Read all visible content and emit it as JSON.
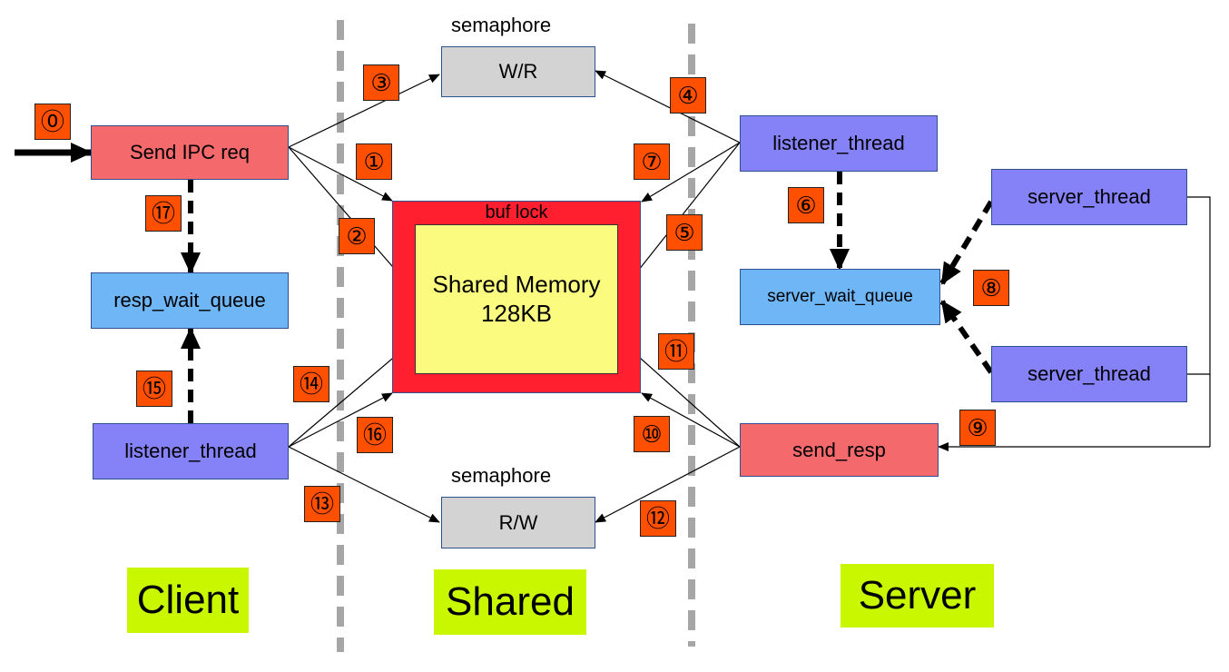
{
  "markers": {
    "m0": "⓪",
    "m1": "①",
    "m2": "②",
    "m3": "③",
    "m4": "④",
    "m5": "⑤",
    "m6": "⑥",
    "m7": "⑦",
    "m8": "⑧",
    "m9": "⑨",
    "m10": "⑩",
    "m11": "⑪",
    "m12": "⑫",
    "m13": "⑬",
    "m14": "⑭",
    "m15": "⑮",
    "m16": "⑯",
    "m17": "⑰"
  },
  "client": {
    "send_ipc_req": "Send IPC req",
    "resp_wait_queue": "resp_wait_queue",
    "listener_thread": "listener_thread",
    "section_label": "Client"
  },
  "shared": {
    "semaphore_top_label": "semaphore",
    "semaphore_top": "W/R",
    "semaphore_bottom_label": "semaphore",
    "semaphore_bottom": "R/W",
    "buf_lock": "buf lock",
    "memory_title": "Shared Memory",
    "memory_size": "128KB",
    "section_label": "Shared"
  },
  "server": {
    "listener_thread": "listener_thread",
    "server_wait_queue": "server_wait_queue",
    "server_thread_1": "server_thread",
    "server_thread_2": "server_thread",
    "send_resp": "send_resp",
    "section_label": "Server"
  },
  "colors": {
    "request_box": "#f4696b",
    "thread_box": "#8581f7",
    "queue_box": "#6fb6f7",
    "semaphore_box": "#d3d3d3",
    "lock_frame": "#ff1f2f",
    "memory_box": "#fbfb80",
    "step_marker": "#ff4f00",
    "section_label": "#c9f700",
    "divider": "#a6a6a6"
  }
}
